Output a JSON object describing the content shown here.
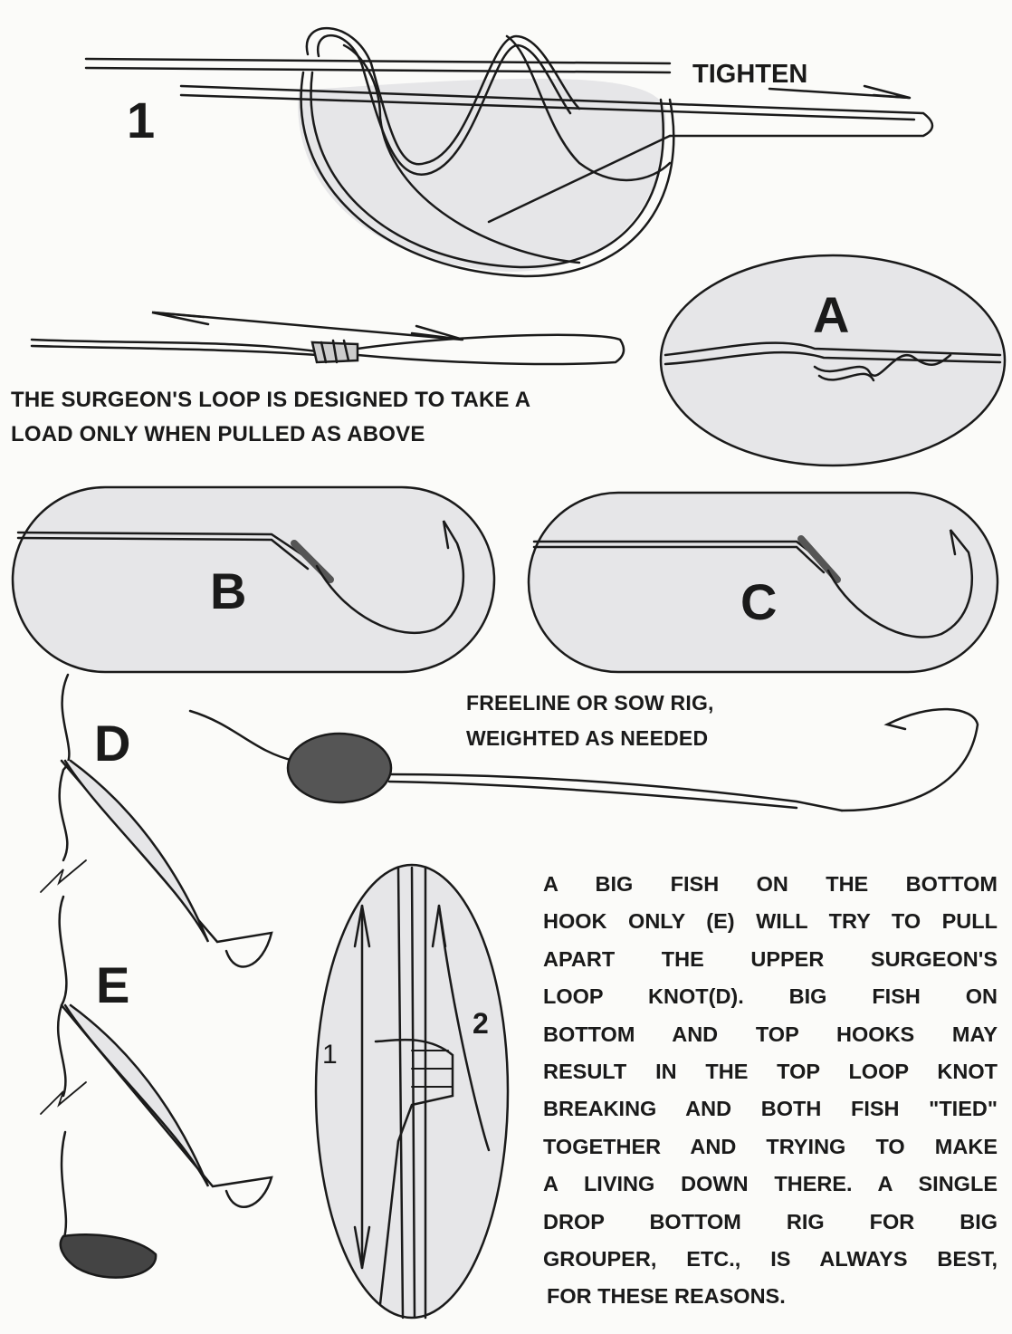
{
  "step1": {
    "number": "1",
    "tighten_label": "TIGHTEN"
  },
  "caption_top": [
    "THE SURGEON'S LOOP IS DESIGNED TO TAKE A",
    "LOAD ONLY WHEN PULLED AS ABOVE"
  ],
  "panels": {
    "a": "A",
    "b": "B",
    "c": "C",
    "d": "D",
    "e": "E"
  },
  "freeline_caption": [
    "FREELINE OR SOW RIG,",
    "WEIGHTED AS NEEDED"
  ],
  "oval_labels": {
    "pull_1": "1",
    "pull_2": "2"
  },
  "paragraph": [
    "A BIG FISH ON THE BOTTOM",
    "HOOK ONLY (E) WILL TRY TO PULL",
    "APART THE UPPER SURGEON'S",
    "LOOP KNOT(D). BIG FISH ON",
    "BOTTOM AND TOP HOOKS MAY",
    "RESULT IN THE TOP LOOP KNOT",
    "BREAKING AND BOTH FISH \"TIED\"",
    "TOGETHER AND TRYING TO MAKE",
    "A LIVING DOWN THERE. A SINGLE",
    "DROP BOTTOM RIG FOR BIG",
    "GROUPER, ETC., IS ALWAYS BEST,",
    "FOR THESE REASONS."
  ],
  "colors": {
    "oval_fill": "#e6e6e8",
    "ink": "#1a1a1a",
    "paper": "#fbfbf9"
  }
}
